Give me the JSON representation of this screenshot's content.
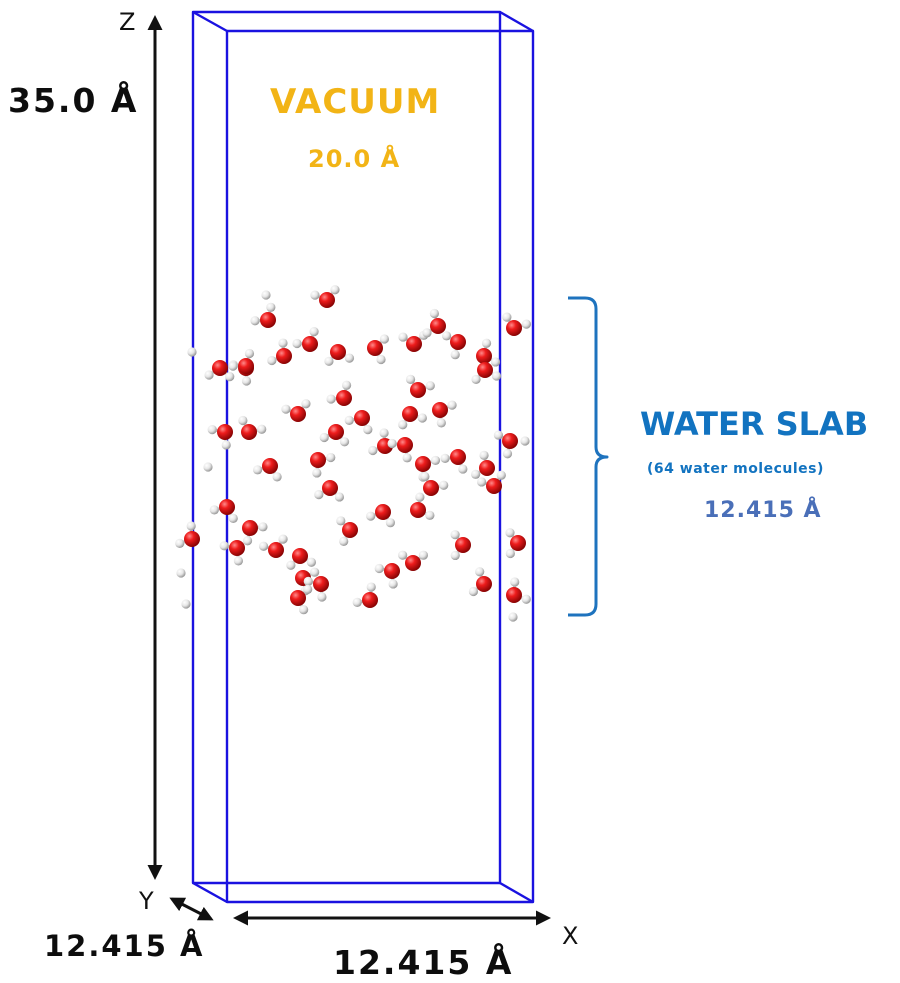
{
  "axes": {
    "z": {
      "letter": "Z",
      "length_label": "35.0 Å"
    },
    "y": {
      "letter": "Y",
      "length_label": "12.415 Å"
    },
    "x": {
      "letter": "X",
      "length_label": "12.415 Å"
    }
  },
  "vacuum": {
    "title": "VACUUM",
    "thickness_label": "20.0 Å",
    "color": "#f2b416"
  },
  "water_slab": {
    "title": "WATER SLAB",
    "subtitle": "(64 water molecules)",
    "thickness_label": "12.415 Å",
    "title_color": "#1273c0",
    "thickness_color": "#4a6fb8"
  },
  "colors": {
    "box_edges": "#1a12e0",
    "oxygen": "#dd1111",
    "hydrogen": "#e8e8e8",
    "arrows": "#111111"
  }
}
